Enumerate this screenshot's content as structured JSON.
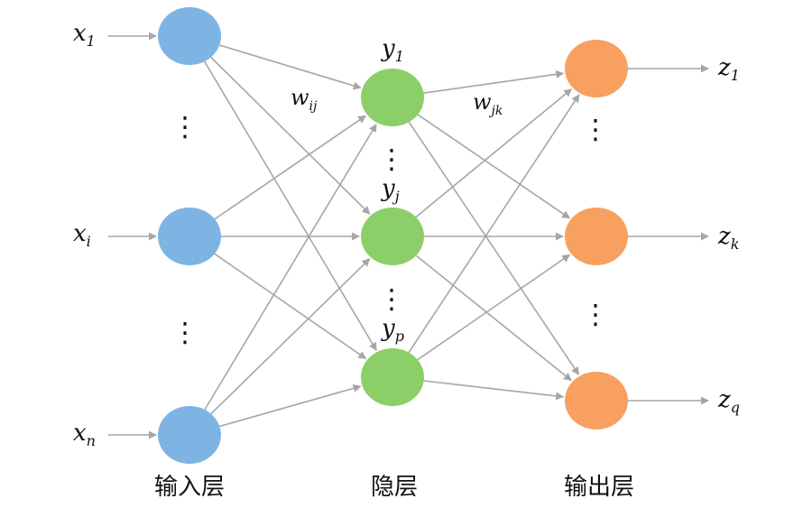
{
  "layers": [
    {
      "id": "input",
      "label": "输入层",
      "color": "#7EB4E3",
      "nodes": [
        {
          "name": "x",
          "sub": "1"
        },
        {
          "name": "x",
          "sub": "i"
        },
        {
          "name": "x",
          "sub": "n"
        }
      ]
    },
    {
      "id": "hidden",
      "label": "隐层",
      "color": "#8CCF68",
      "nodes": [
        {
          "name": "y",
          "sub": "1"
        },
        {
          "name": "y",
          "sub": "j"
        },
        {
          "name": "y",
          "sub": "p"
        }
      ]
    },
    {
      "id": "output",
      "label": "输出层",
      "color": "#F7A060",
      "nodes": [
        {
          "name": "z",
          "sub": "1"
        },
        {
          "name": "z",
          "sub": "k"
        },
        {
          "name": "z",
          "sub": "q"
        }
      ]
    }
  ],
  "weights": [
    {
      "name": "w",
      "sub": "ij"
    },
    {
      "name": "w",
      "sub": "jk"
    }
  ],
  "ellipsis": "⋮",
  "edge_color": "#A6A6A6"
}
